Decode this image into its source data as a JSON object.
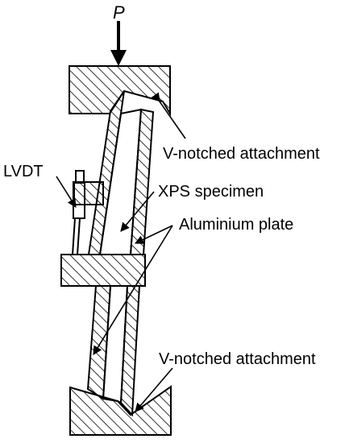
{
  "load": {
    "symbol": "P"
  },
  "labels": {
    "v_notched_top": "V-notched attachment",
    "lvdt": "LVDT",
    "xps_specimen": "XPS specimen",
    "aluminium_plate": "Aluminium plate",
    "v_notched_bottom": "V-notched attachment"
  }
}
